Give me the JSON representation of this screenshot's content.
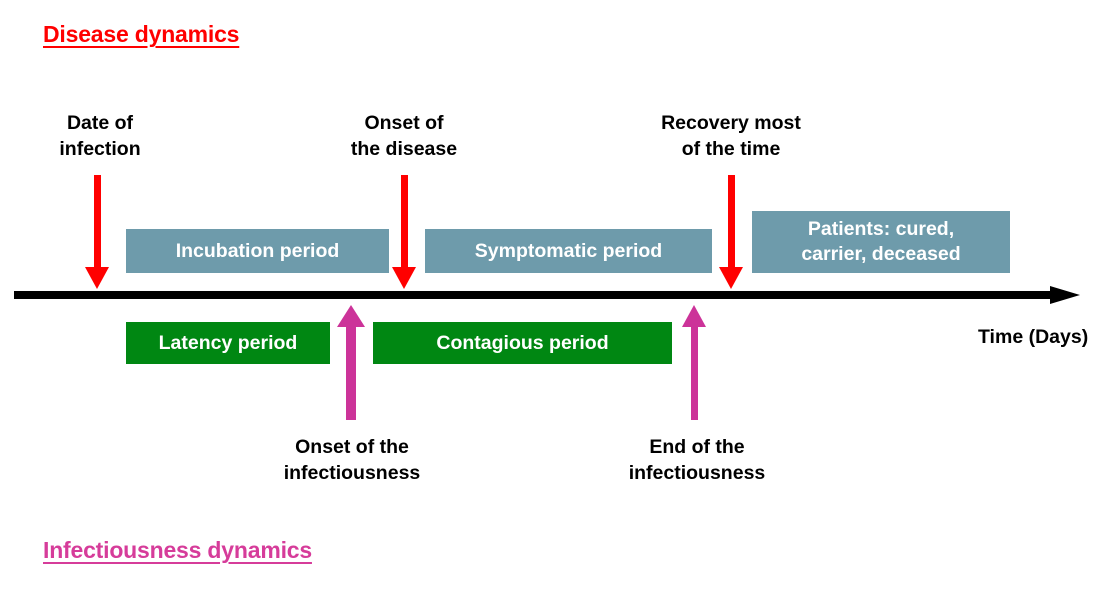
{
  "diagram": {
    "titles": {
      "disease": "Disease dynamics",
      "infectiousness": "Infectiousness dynamics"
    },
    "axis": {
      "label": "Time (Days)"
    },
    "colors": {
      "disease_title": "#FF0000",
      "infectiousness_title": "#D63C9A",
      "disease_arrow": "#FF0000",
      "infectiousness_arrow": "#CC3399",
      "disease_box": "#6E9BAB",
      "infectiousness_box": "#008712",
      "axis": "#000000"
    },
    "top_events": [
      {
        "id": "date-of-infection",
        "label": "Date of\ninfection"
      },
      {
        "id": "onset-of-the-disease",
        "label": "Onset of\nthe disease"
      },
      {
        "id": "recovery-most-of-the-time",
        "label": "Recovery most\nof the time"
      }
    ],
    "bottom_events": [
      {
        "id": "onset-of-the-infectiousness",
        "label": "Onset of the\ninfectiousness"
      },
      {
        "id": "end-of-the-infectiousness",
        "label": "End of the\ninfectiousness"
      }
    ],
    "disease_periods": [
      {
        "id": "incubation-period",
        "label": "Incubation period"
      },
      {
        "id": "symptomatic-period",
        "label": "Symptomatic period"
      },
      {
        "id": "patients-outcome",
        "label": "Patients: cured,\ncarrier, deceased"
      }
    ],
    "infectiousness_periods": [
      {
        "id": "latency-period",
        "label": "Latency period"
      },
      {
        "id": "contagious-period",
        "label": "Contagious period"
      }
    ]
  }
}
